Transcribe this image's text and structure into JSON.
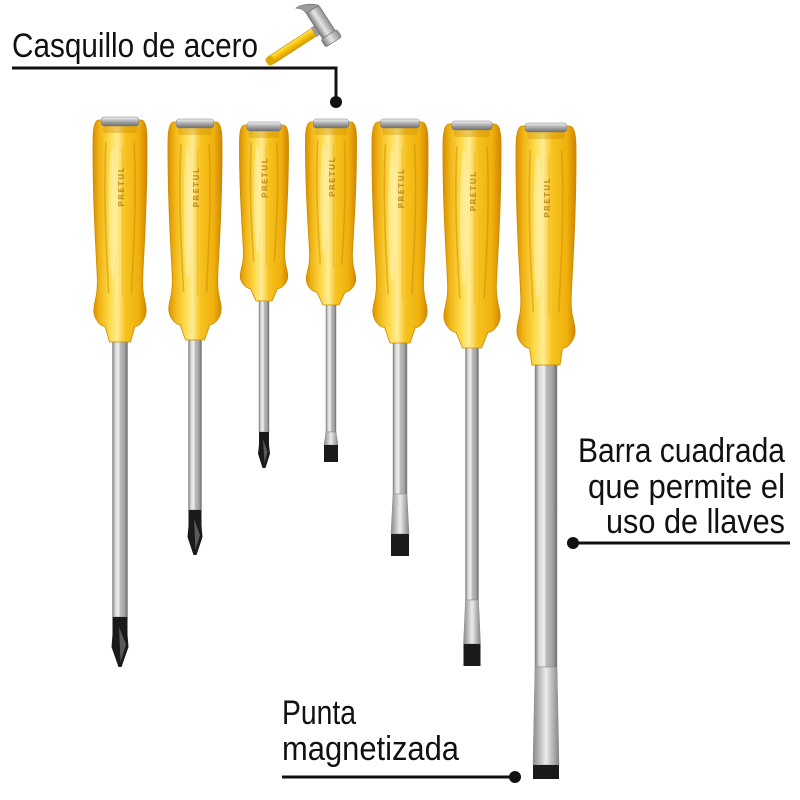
{
  "callouts": {
    "steel_cap": {
      "label": "Casquillo de acero",
      "icon": "hammer-icon"
    },
    "square_bar": {
      "lines": [
        "Barra cuadrada",
        "que permite el",
        "uso de llaves"
      ]
    },
    "magnetic_tip": {
      "lines": [
        "Punta",
        "magnetizada"
      ]
    }
  },
  "brand": "PRETUL",
  "colors": {
    "handle": "#F7C21E",
    "shaft": "#BEBEBE",
    "tip": "#1A1A1A",
    "callout": "#111111"
  }
}
